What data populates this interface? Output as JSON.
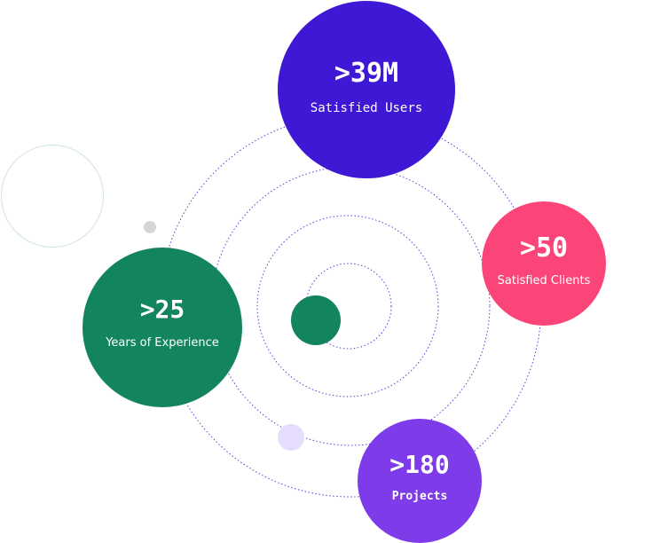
{
  "colors": {
    "ring": "#5b3fd6",
    "users": "#3f18d6",
    "clients": "#fb4477",
    "experience": "#12845e",
    "projects": "#7e3be9",
    "grey_dot": "#d6d6d6",
    "lilac_dot": "#e6dcfb",
    "center_dot": "#12845e"
  },
  "stats": {
    "users": {
      "value": ">39M",
      "label": "Satisfied Users"
    },
    "clients": {
      "value": ">50",
      "label": "Satisfied Clients"
    },
    "experience": {
      "value": ">25",
      "label": "Years of Experience"
    },
    "projects": {
      "value": ">180",
      "label": "Projects"
    }
  }
}
